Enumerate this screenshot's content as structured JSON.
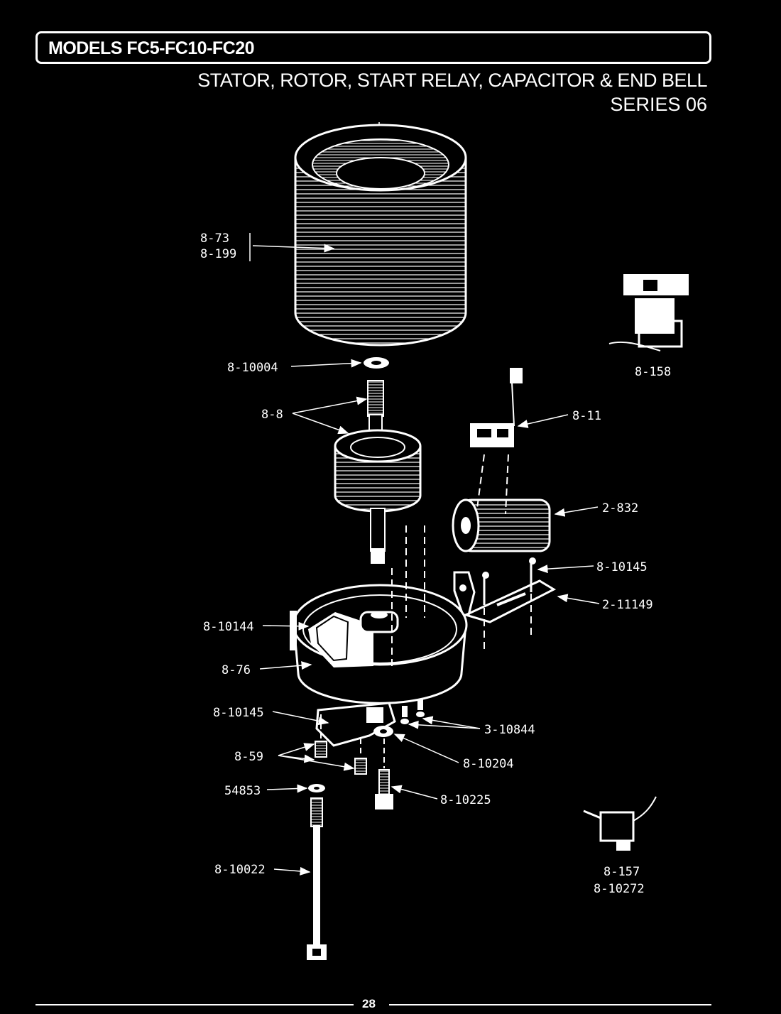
{
  "header": {
    "models": "MODELS FC5-FC10-FC20",
    "subtitle": "STATOR, ROTOR, START RELAY, CAPACITOR & END BELL",
    "series": "SERIES 06"
  },
  "parts": {
    "stator_a": "8-73",
    "stator_b": "8-199",
    "relay_158": "8-158",
    "washer_10004": "8-10004",
    "rotor_8": "8-8",
    "relay_11": "8-11",
    "capacitor": "2-832",
    "screw_10145_right": "8-10145",
    "bracket_11149": "2-11149",
    "part_10144": "8-10144",
    "endbell_76": "8-76",
    "screw_10145_left": "8-10145",
    "screw_10844": "3-10844",
    "nut_59": "8-59",
    "clamp_10204": "8-10204",
    "washer_54853": "54853",
    "bolt_10225": "8-10225",
    "rod_10022": "8-10022",
    "switch_157": "8-157",
    "switch_10272": "8-10272"
  },
  "footer": {
    "page": "28"
  }
}
